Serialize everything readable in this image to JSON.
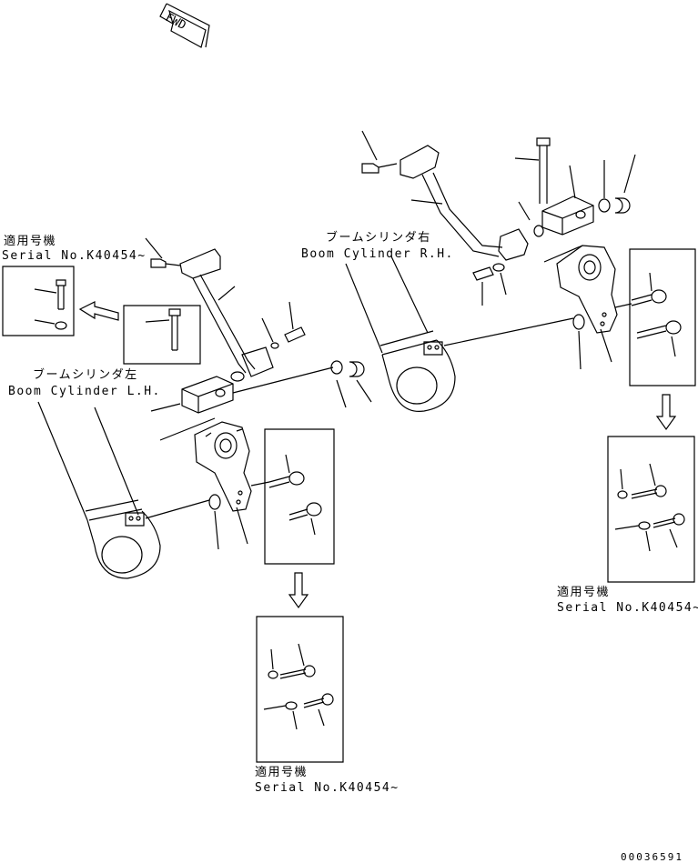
{
  "fwd_label": "FWD",
  "left_cylinder": {
    "jp": "ブームシリンダ左",
    "en": "Boom Cylinder L.H."
  },
  "right_cylinder": {
    "jp": "ブームシリンダ右",
    "en": "Boom Cylinder R.H."
  },
  "serial_top_left": {
    "jp": "適用号機",
    "en": "Serial No.K40454~"
  },
  "serial_bottom_center": {
    "jp": "適用号機",
    "en": "Serial No.K40454~"
  },
  "serial_right": {
    "jp": "適用号機",
    "en": "Serial No.K40454~"
  },
  "document_number": "00036591",
  "colors": {
    "ink": "#000000",
    "paper": "#ffffff"
  }
}
